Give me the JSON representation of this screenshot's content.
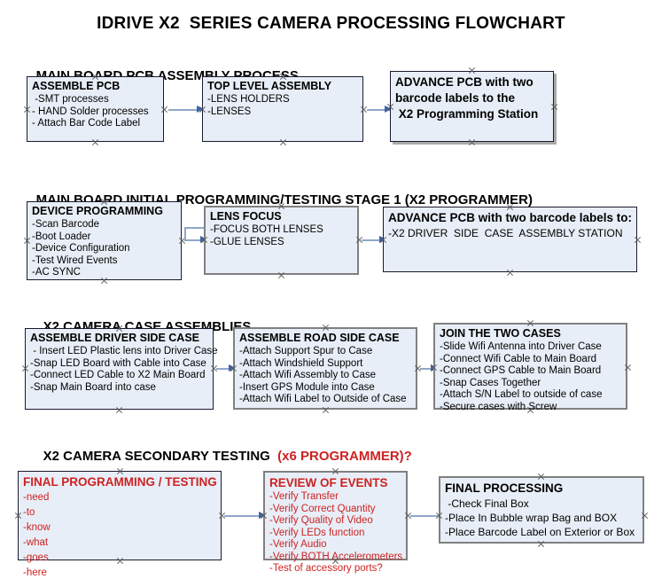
{
  "document": {
    "title": "IDRIVE X2  SERIES CAMERA PROCESSING FLOWCHART"
  },
  "colors": {
    "box_fill": "#e8eef7",
    "box_border": "#1a1a2e",
    "gray_border": "#808080",
    "arrow_shaft": "#8fa8c8",
    "arrow_head": "#3c64a8",
    "red_text": "#CC2222",
    "black_text": "#000000",
    "background": "#ffffff"
  },
  "sections": [
    {
      "heading": "MAIN BOARD PCB ASSEMBLY PROCESS",
      "heading_red": "",
      "boxes": [
        {
          "title": "ASSEMBLE PCB",
          "lines": [
            " -SMT processes",
            "- HAND Solder processes",
            "- Attach Bar Code Label"
          ]
        },
        {
          "title": "TOP LEVEL ASSEMBLY",
          "lines": [
            "-LENS HOLDERS",
            "-LENSES"
          ]
        },
        {
          "title": "ADVANCE PCB with two",
          "lines": [
            "barcode labels to the",
            " X2 Programming Station"
          ]
        }
      ]
    },
    {
      "heading": "MAIN BOARD INITIAL PROGRAMMING/TESTING STAGE 1 (X2 PROGRAMMER)",
      "heading_red": "",
      "boxes": [
        {
          "title": "DEVICE PROGRAMMING",
          "lines": [
            "-Scan Barcode",
            "-Boot Loader",
            "-Device Configuration",
            "-Test Wired Events",
            "-AC SYNC"
          ]
        },
        {
          "title": "LENS FOCUS",
          "lines": [
            "-FOCUS BOTH LENSES",
            "-GLUE LENSES"
          ]
        },
        {
          "title": "ADVANCE PCB with two barcode labels to:",
          "lines": [
            "-X2 DRIVER  SIDE  CASE  ASSEMBLY STATION"
          ]
        }
      ]
    },
    {
      "heading": "X2 CAMERA CASE ASSEMBLIES",
      "heading_red": "",
      "boxes": [
        {
          "title": "ASSEMBLE DRIVER SIDE CASE",
          "lines": [
            " - Insert LED Plastic lens into Driver Case",
            "-Snap LED Board with Cable into Case",
            "-Connect LED Cable to X2 Main Board",
            "-Snap Main Board into case"
          ]
        },
        {
          "title": "ASSEMBLE ROAD SIDE CASE",
          "lines": [
            "-Attach Support Spur to Case",
            "-Attach Windshield Support",
            "-Attach Wifi Assembly to Case",
            "-Insert GPS Module into Case",
            "-Attach Wifi Label to Outside of Case"
          ]
        },
        {
          "title": "JOIN THE TWO CASES",
          "lines": [
            "-Slide Wifi Antenna into Driver Case",
            "-Connect Wifi Cable to Main Board",
            "-Connect GPS Cable to Main Board",
            "-Snap Cases Together",
            "-Attach S/N Label to outside of case",
            "-Secure cases with Screw"
          ]
        }
      ]
    },
    {
      "heading": "X2 CAMERA SECONDARY TESTING  ",
      "heading_red": "(x6 PROGRAMMER)?",
      "boxes": [
        {
          "title": "FINAL PROGRAMMING / TESTING",
          "lines": [
            "-need",
            "-to",
            "-know",
            "-what",
            "-goes",
            "-here"
          ]
        },
        {
          "title": "REVIEW OF EVENTS",
          "lines": [
            "-Verify Transfer",
            "-Verify Correct Quantity",
            "-Verify Quality of Video",
            "-Verify LEDs function",
            "-Verify Audio",
            "-Verify BOTH Accelerometers",
            "-Test of accessory ports?"
          ]
        },
        {
          "title": "FINAL PROCESSING",
          "lines": [
            " -Check Final Box",
            "-Place In Bubble wrap Bag and BOX",
            "-Place Barcode Label on Exterior or Box"
          ]
        }
      ]
    }
  ]
}
